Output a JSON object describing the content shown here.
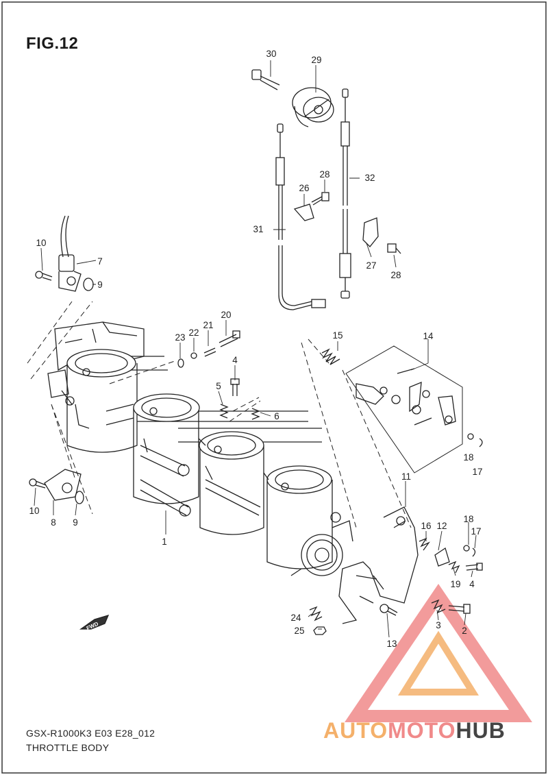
{
  "figure": {
    "title": "FIG.12",
    "model_code": "GSX-R1000K3 E03 E28_012",
    "name": "THROTTLE BODY"
  },
  "fwd_arrow": "FWD",
  "watermark": {
    "part1": "AUTO",
    "part2": "MOTO",
    "part3": "HUB",
    "colors": [
      "#f4b06a",
      "#f08a8a",
      "#444444"
    ]
  },
  "callouts": [
    {
      "number": "1"
    },
    {
      "number": "2"
    },
    {
      "number": "3"
    },
    {
      "number": "4"
    },
    {
      "number": "4"
    },
    {
      "number": "5"
    },
    {
      "number": "6"
    },
    {
      "number": "7"
    },
    {
      "number": "8"
    },
    {
      "number": "9"
    },
    {
      "number": "9"
    },
    {
      "number": "10"
    },
    {
      "number": "10"
    },
    {
      "number": "11"
    },
    {
      "number": "12"
    },
    {
      "number": "13"
    },
    {
      "number": "14"
    },
    {
      "number": "15"
    },
    {
      "number": "16"
    },
    {
      "number": "17"
    },
    {
      "number": "17"
    },
    {
      "number": "18"
    },
    {
      "number": "18"
    },
    {
      "number": "19"
    },
    {
      "number": "20"
    },
    {
      "number": "21"
    },
    {
      "number": "22"
    },
    {
      "number": "23"
    },
    {
      "number": "24"
    },
    {
      "number": "25"
    },
    {
      "number": "26"
    },
    {
      "number": "27"
    },
    {
      "number": "28"
    },
    {
      "number": "28"
    },
    {
      "number": "29"
    },
    {
      "number": "30"
    },
    {
      "number": "31"
    },
    {
      "number": "32"
    }
  ]
}
